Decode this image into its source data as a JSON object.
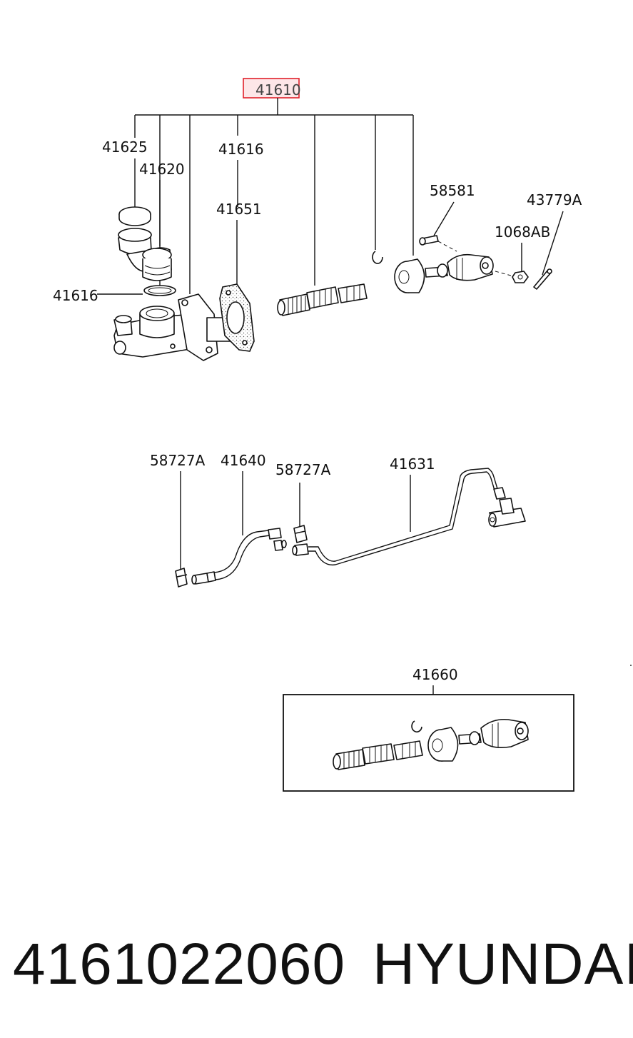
{
  "diagram": {
    "callouts": {
      "c_41610": "41610",
      "c_41625": "41625",
      "c_41620": "41620",
      "c_41616_top": "41616",
      "c_41651": "41651",
      "c_58581": "58581",
      "c_43779A": "43779A",
      "c_1068AB": "1068AB",
      "c_41616_left": "41616",
      "c_58727A_left": "58727A",
      "c_41640": "41640",
      "c_58727A_mid": "58727A",
      "c_41631": "41631",
      "c_41660": "41660"
    },
    "highlight_color": "#e0202a"
  },
  "footer": {
    "part_number": "4161022060",
    "brand": "HYUNDAI"
  }
}
